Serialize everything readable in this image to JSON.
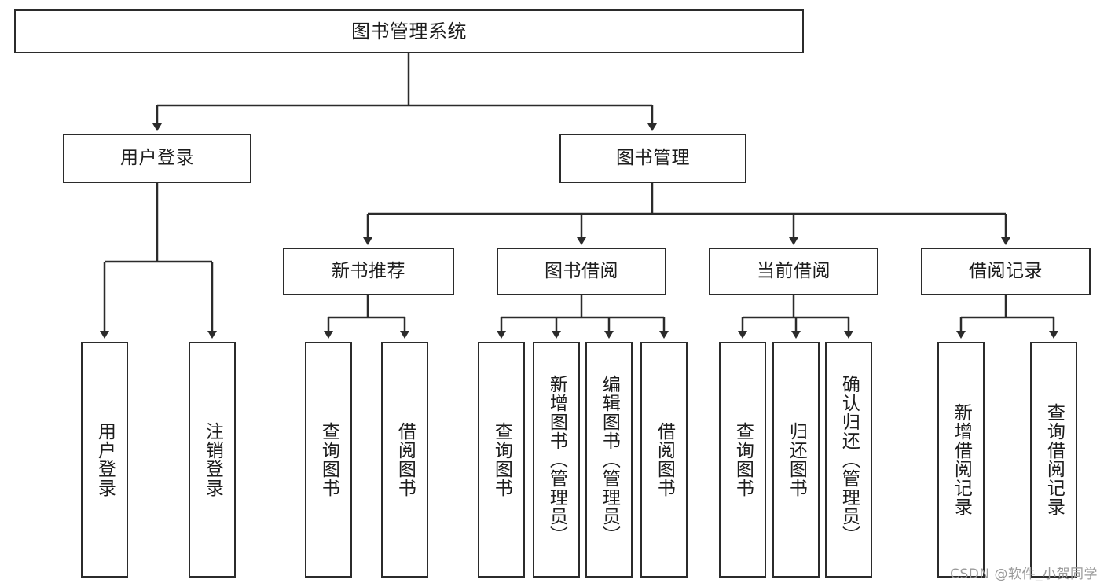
{
  "diagram": {
    "title": "图书管理系统",
    "type": "hierarchy-tree",
    "orientation": "top-down",
    "colors": {
      "background": "#ffffff",
      "node_fill": "#ffffff",
      "node_stroke": "#2b2b2b",
      "edge_stroke": "#2b2b2b",
      "text": "#1d1d1d",
      "watermark": "#9a9a9a"
    },
    "root": {
      "label": "图书管理系统"
    },
    "level1": [
      {
        "label": "用户登录"
      },
      {
        "label": "图书管理"
      }
    ],
    "level2": [
      {
        "label": "新书推荐"
      },
      {
        "label": "图书借阅"
      },
      {
        "label": "当前借阅"
      },
      {
        "label": "借阅记录"
      }
    ],
    "leaves": {
      "user_login": [
        {
          "label": "用户登录"
        },
        {
          "label": "注销登录"
        }
      ],
      "new_book_recommend": [
        {
          "label": "查询图书"
        },
        {
          "label": "借阅图书"
        }
      ],
      "book_borrow": [
        {
          "label": "查询图书"
        },
        {
          "label": "新增图书（管理员）"
        },
        {
          "label": "编辑图书（管理员）"
        },
        {
          "label": "借阅图书"
        }
      ],
      "current_borrow": [
        {
          "label": "查询图书"
        },
        {
          "label": "归还图书"
        },
        {
          "label": "确认归还（管理员）"
        }
      ],
      "borrow_record": [
        {
          "label": "新增借阅记录"
        },
        {
          "label": "查询借阅记录"
        }
      ]
    }
  },
  "watermark": {
    "text": "CSDN @软件_小贺同学"
  }
}
